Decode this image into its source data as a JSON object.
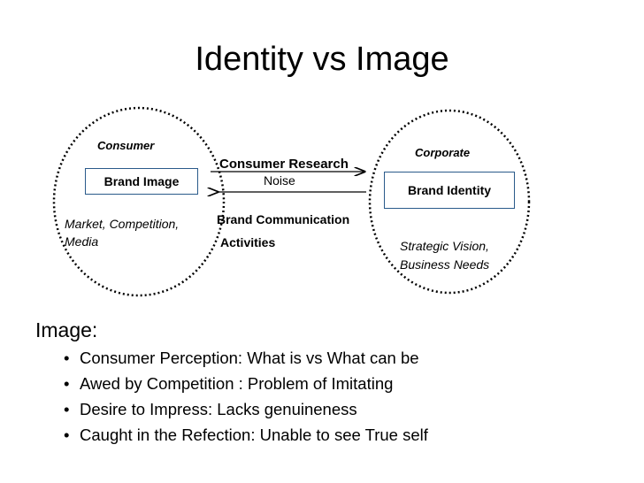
{
  "title": "Identity vs Image",
  "diagram": {
    "left_circle": {
      "label": "Consumer",
      "box": "Brand Image",
      "note_line1": "Market, Competition,",
      "note_line2": "Media"
    },
    "right_circle": {
      "label": "Corporate",
      "box": "Brand Identity",
      "note_line1": "Strategic Vision,",
      "note_line2": "Business Needs"
    },
    "arrow_top_label": "Consumer Research",
    "noise_label": "Noise",
    "arrow_bottom_label_line1": "Brand Communication",
    "arrow_bottom_label_line2": "Activities"
  },
  "image_section": {
    "heading": "Image:",
    "bullets": [
      "Consumer Perception: What is vs What can be",
      "Awed by Competition : Problem of Imitating",
      "Desire to Impress: Lacks genuineness",
      "Caught in the Refection: Unable to see True self"
    ]
  }
}
